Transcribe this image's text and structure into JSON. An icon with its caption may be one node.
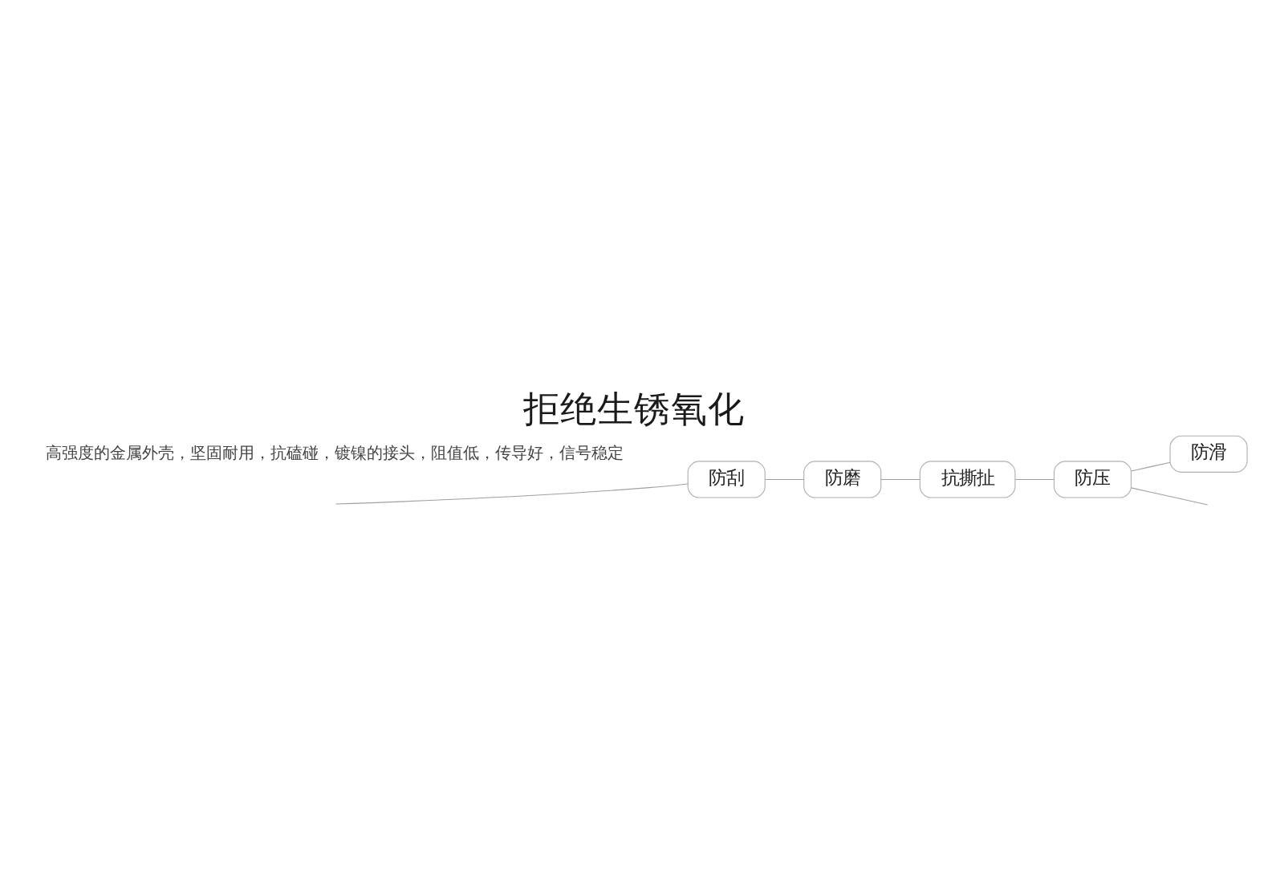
{
  "diagram": {
    "title": "拒绝生锈氧化",
    "nodes": [
      {
        "text": [
          "防刮"
        ]
      },
      {
        "text": [
          "防磨"
        ]
      },
      {
        "text": [
          "抗撕扯"
        ]
      },
      {
        "text": [
          "防压"
        ]
      },
      {
        "text": [
          "防滑"
        ]
      }
    ],
    "edges": [
      {
        "from": null,
        "to": 0,
        "arrow": "none"
      },
      {
        "from": 0,
        "to": 1,
        "arrow": "none"
      },
      {
        "from": 1,
        "to": 2,
        "arrow": "none"
      },
      {
        "from": 2,
        "to": 3,
        "arrow": "none"
      },
      {
        "from": 3,
        "to": 4,
        "arrow": "none"
      },
      {
        "from": 3,
        "to": null,
        "arrow": "none"
      }
    ],
    "labels": [
      "高强度的金属外壳，坚固耐用，抗磕碰，镀镍的接头，阻值低，传导好，信号稳定"
    ]
  }
}
